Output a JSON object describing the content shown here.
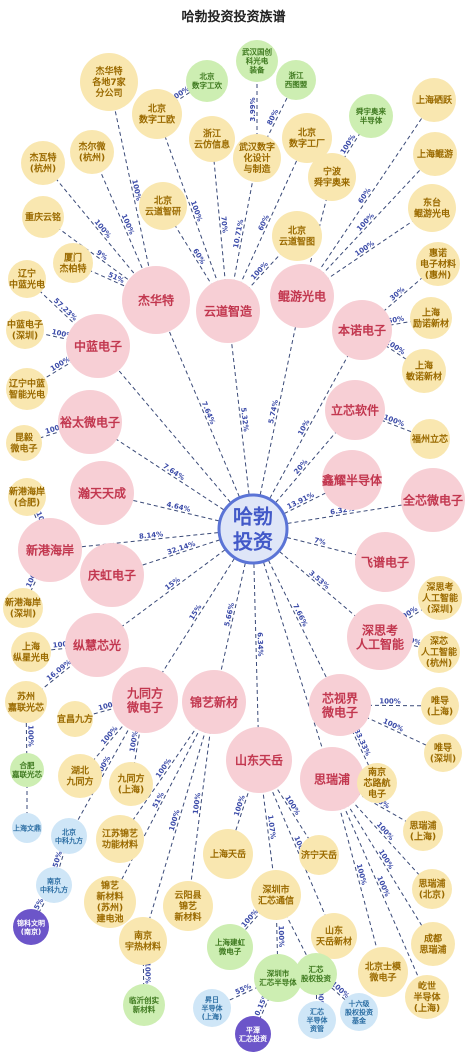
{
  "title": "哈勃投资投资族谱",
  "colors": {
    "center_fill": "#dfe6f8",
    "center_stroke": "#5b74d6",
    "center_text": "#4259c8",
    "l1_fill": "#f7cfd5",
    "l1_text": "#c2374f",
    "l2_fill": "#f9e7b0",
    "l2_text": "#9a6a00",
    "green_fill": "#cdeeb2",
    "green_text": "#3f7a20",
    "blue_fill": "#cfe6f7",
    "blue_text": "#2c6ea3",
    "purple_fill": "#6c55c9",
    "purple_text": "#ffffff",
    "edge": "#3a4a78",
    "edge_label": "#3a4aa8"
  },
  "center": {
    "id": "hb",
    "label": "哈勃\n投资"
  },
  "nodes": [
    {
      "id": "jht",
      "label": "杰华特",
      "kind": "l1"
    },
    {
      "id": "ydzz",
      "label": "云道智造",
      "kind": "l1"
    },
    {
      "id": "kygd",
      "label": "鲲游光电",
      "kind": "l1"
    },
    {
      "id": "bndz",
      "label": "本诺电子",
      "kind": "l1"
    },
    {
      "id": "zldz",
      "label": "中蓝电子",
      "kind": "l1"
    },
    {
      "id": "ytwdz",
      "label": "裕太微电子",
      "kind": "l1"
    },
    {
      "id": "lxrj",
      "label": "立芯软件",
      "kind": "l1"
    },
    {
      "id": "ltty",
      "label": "瀚天天成",
      "kind": "l1"
    },
    {
      "id": "xybdt",
      "label": "鑫耀半导体",
      "kind": "l1"
    },
    {
      "id": "qxwdz",
      "label": "全芯微电子",
      "kind": "l1"
    },
    {
      "id": "xghn",
      "label": "新港海岸",
      "kind": "l1"
    },
    {
      "id": "fpdz",
      "label": "飞谱电子",
      "kind": "l1"
    },
    {
      "id": "hhdz",
      "label": "庆虹电子",
      "kind": "l1"
    },
    {
      "id": "zhxg",
      "label": "纵慧芯光",
      "kind": "l1"
    },
    {
      "id": "skzn",
      "label": "深思考\n人工智能",
      "kind": "l1"
    },
    {
      "id": "jtfwdz",
      "label": "九同方\n微电子",
      "kind": "l1"
    },
    {
      "id": "jyxc",
      "label": "锦艺新材",
      "kind": "l1"
    },
    {
      "id": "xsjwdz",
      "label": "芯视界\n微电子",
      "kind": "l1"
    },
    {
      "id": "sdty",
      "label": "山东天岳",
      "kind": "l1"
    },
    {
      "id": "srp",
      "label": "思瑞浦",
      "kind": "l1"
    },
    {
      "id": "jht_gd",
      "label": "杰华特\n各地7家\n分公司",
      "kind": "l2"
    },
    {
      "id": "jew",
      "label": "杰尔微\n(杭州)",
      "kind": "l2"
    },
    {
      "id": "jlt",
      "label": "杰瓦特\n(杭州)",
      "kind": "l2"
    },
    {
      "id": "cqyq",
      "label": "重庆云铭",
      "kind": "l2"
    },
    {
      "id": "xmjbt",
      "label": "厦门\n杰柏特",
      "kind": "l2"
    },
    {
      "id": "lnzlgd",
      "label": "辽宁\n中蓝光电",
      "kind": "l2"
    },
    {
      "id": "zldz_sz",
      "label": "中蓝电子\n(深圳)",
      "kind": "l2"
    },
    {
      "id": "lnzlzn",
      "label": "辽宁中蓝\n智能光电",
      "kind": "l2"
    },
    {
      "id": "ksw",
      "label": "昆毅\n微电子",
      "kind": "l2"
    },
    {
      "id": "xghn_hf",
      "label": "新港海岸\n(合肥)",
      "kind": "l2"
    },
    {
      "id": "xghn_sz",
      "label": "新港海岸\n(深圳)",
      "kind": "l2"
    },
    {
      "id": "shzh",
      "label": "上海\n纵星光电",
      "kind": "l2"
    },
    {
      "id": "szjl",
      "label": "苏州\n嘉联光芯",
      "kind": "l2"
    },
    {
      "id": "yqjf",
      "label": "宜昌九方",
      "kind": "l2"
    },
    {
      "id": "hbjtf",
      "label": "湖北\n九同方",
      "kind": "l2"
    },
    {
      "id": "jtf_sh",
      "label": "九同方\n(上海)",
      "kind": "l2"
    },
    {
      "id": "jsjy",
      "label": "江苏锦艺\n功能材料",
      "kind": "l2"
    },
    {
      "id": "jyxcsz",
      "label": "锦艺\n新材料\n(苏州)\n建电池",
      "kind": "l2"
    },
    {
      "id": "yyjy",
      "label": "云阳县\n锦艺\n新材料",
      "kind": "l2"
    },
    {
      "id": "njyr",
      "label": "南京\n宇热材料",
      "kind": "l2"
    },
    {
      "id": "shty",
      "label": "上海天岳",
      "kind": "l2"
    },
    {
      "id": "jnty",
      "label": "济宁天岳",
      "kind": "l2"
    },
    {
      "id": "szhx",
      "label": "深圳市\n汇芯通信",
      "kind": "l2"
    },
    {
      "id": "sdtyxc",
      "label": "山东\n天岳新材",
      "kind": "l2"
    },
    {
      "id": "bjsm",
      "label": "北京士模\n微电子",
      "kind": "l2"
    },
    {
      "id": "srp_sh",
      "label": "思瑞浦\n(上海)",
      "kind": "l2"
    },
    {
      "id": "srp_bj",
      "label": "思瑞浦\n(北京)",
      "kind": "l2"
    },
    {
      "id": "cdsrp",
      "label": "成都\n思瑞浦",
      "kind": "l2"
    },
    {
      "id": "qsbdt",
      "label": "屹世\n半导体\n(上海)",
      "kind": "l2"
    },
    {
      "id": "njxls",
      "label": "南京\n芯路航\n电子",
      "kind": "l2"
    },
    {
      "id": "wd_sh",
      "label": "唯导\n(上海)",
      "kind": "l2"
    },
    {
      "id": "wd_sz",
      "label": "唯导\n(深圳)",
      "kind": "l2"
    },
    {
      "id": "skzn_hz",
      "label": "深芯\n人工智能\n(杭州)",
      "kind": "l2"
    },
    {
      "id": "skzn_sz",
      "label": "深思考\n人工智能\n(深圳)",
      "kind": "l2"
    },
    {
      "id": "fzlx",
      "label": "福州立芯",
      "kind": "l2"
    },
    {
      "id": "shgs",
      "label": "上海硒跃",
      "kind": "l2"
    },
    {
      "id": "shky",
      "label": "上海鲲游",
      "kind": "l2"
    },
    {
      "id": "dtky",
      "label": "东台\n鲲游光电",
      "kind": "l2"
    },
    {
      "id": "hndz",
      "label": "惠诺\n电子材料\n(惠州)",
      "kind": "l2"
    },
    {
      "id": "shxj",
      "label": "上海\n励诺新材",
      "kind": "l2"
    },
    {
      "id": "shlx",
      "label": "上海\n敏诺新材",
      "kind": "l2"
    },
    {
      "id": "bjszgc",
      "label": "北京\n数字工厂",
      "kind": "l2"
    },
    {
      "id": "bjszgk",
      "label": "北京\n数字工欧",
      "kind": "l2"
    },
    {
      "id": "zjyfxx",
      "label": "浙江\n云仿信息",
      "kind": "l2"
    },
    {
      "id": "whszh",
      "label": "武汉数字\n化设计\n与制造",
      "kind": "l2"
    },
    {
      "id": "bjydzy",
      "label": "北京\n云道智研",
      "kind": "l2"
    },
    {
      "id": "bjydzt",
      "label": "北京\n云道智图",
      "kind": "l2"
    },
    {
      "id": "nbsy",
      "label": "宁波\n舜宇奥来",
      "kind": "l2"
    },
    {
      "id": "bjszgz",
      "label": "北京\n数字工欢",
      "kind": "green"
    },
    {
      "id": "whgc",
      "label": "武汉国创\n科光电\n装备",
      "kind": "green"
    },
    {
      "id": "zjxh",
      "label": "浙江\n西图盟",
      "kind": "green"
    },
    {
      "id": "syal",
      "label": "舜宇奥来\n半导体",
      "kind": "green"
    },
    {
      "id": "hfgl",
      "label": "合肥\n嘉联光芯",
      "kind": "green"
    },
    {
      "id": "shjh",
      "label": "上海建虹\n微电子",
      "kind": "green"
    },
    {
      "id": "szhxbdt",
      "label": "深圳市\n汇芯半导体",
      "kind": "green"
    },
    {
      "id": "hxgq",
      "label": "汇芯\n股权投资",
      "kind": "green"
    },
    {
      "id": "lzcy",
      "label": "临沂创实\n新材料",
      "kind": "green"
    },
    {
      "id": "shwj",
      "label": "上海文鼎",
      "kind": "blue"
    },
    {
      "id": "bjzk",
      "label": "北京\n中科九方",
      "kind": "blue"
    },
    {
      "id": "njzk",
      "label": "南京\n中科九方",
      "kind": "blue"
    },
    {
      "id": "kdbdt",
      "label": "昇日\n半导体\n(上海)",
      "kind": "blue"
    },
    {
      "id": "hxbdt",
      "label": "汇芯\n半导体\n资管",
      "kind": "blue"
    },
    {
      "id": "sjsp",
      "label": "十六级\n股权投资\n基金",
      "kind": "blue"
    },
    {
      "id": "zkwm",
      "label": "锦科文明\n(南京)",
      "kind": "purple"
    },
    {
      "id": "pthx",
      "label": "平潭\n汇芯投资",
      "kind": "purple"
    }
  ],
  "edges": [
    {
      "from": "hb",
      "to": "jht",
      "label": "7.64%"
    },
    {
      "from": "hb",
      "to": "ydzz",
      "label": "5.32%"
    },
    {
      "from": "hb",
      "to": "kygd",
      "label": "5.74%"
    },
    {
      "from": "hb",
      "to": "bndz",
      "label": "10%"
    },
    {
      "from": "hb",
      "to": "zldz",
      "label": ""
    },
    {
      "from": "hb",
      "to": "ytwdz",
      "label": "7.64%"
    },
    {
      "from": "hb",
      "to": "lxrj",
      "label": "20%"
    },
    {
      "from": "hb",
      "to": "ltty",
      "label": "4.64%"
    },
    {
      "from": "hb",
      "to": "xybdt",
      "label": "13.91%"
    },
    {
      "from": "hb",
      "to": "qxwdz",
      "label": "6.32%"
    },
    {
      "from": "hb",
      "to": "xghn",
      "label": "8.14%"
    },
    {
      "from": "hb",
      "to": "fpdz",
      "label": "7%"
    },
    {
      "from": "hb",
      "to": "hhdz",
      "label": "32.14%"
    },
    {
      "from": "hb",
      "to": "zhxg",
      "label": "15%"
    },
    {
      "from": "hb",
      "to": "skzn",
      "label": "3.53%"
    },
    {
      "from": "hb",
      "to": "jtfwdz",
      "label": "15%"
    },
    {
      "from": "hb",
      "to": "jyxc",
      "label": "5.66%"
    },
    {
      "from": "hb",
      "to": "xsjwdz",
      "label": "7.66%"
    },
    {
      "from": "hb",
      "to": "sdty",
      "label": "6.34%"
    },
    {
      "from": "hb",
      "to": "srp",
      "label": ""
    },
    {
      "from": "jht",
      "to": "jht_gd",
      "label": "100%"
    },
    {
      "from": "jht",
      "to": "jew",
      "label": "100%"
    },
    {
      "from": "jht",
      "to": "jlt",
      "label": "100%"
    },
    {
      "from": "jht",
      "to": "cqyq",
      "label": "9%"
    },
    {
      "from": "jht",
      "to": "xmjbt",
      "label": "51%"
    },
    {
      "from": "zldz",
      "to": "lnzlgd",
      "label": "57.23%"
    },
    {
      "from": "zldz",
      "to": "zldz_sz",
      "label": "100%"
    },
    {
      "from": "zldz",
      "to": "lnzlzn",
      "label": "100%"
    },
    {
      "from": "ytwdz",
      "to": "ksw",
      "label": "100%"
    },
    {
      "from": "xghn",
      "to": "xghn_hf",
      "label": "100%"
    },
    {
      "from": "xghn",
      "to": "xghn_sz",
      "label": "100%"
    },
    {
      "from": "zhxg",
      "to": "shzh",
      "label": "100%"
    },
    {
      "from": "zhxg",
      "to": "szjl",
      "label": "16.09%"
    },
    {
      "from": "szjl",
      "to": "hfgl",
      "label": "100%"
    },
    {
      "from": "hfgl",
      "to": "shwj",
      "label": ""
    },
    {
      "from": "jtfwdz",
      "to": "yqjf",
      "label": "100%"
    },
    {
      "from": "jtfwdz",
      "to": "hbjtf",
      "label": "100%"
    },
    {
      "from": "jtfwdz",
      "to": "jtf_sh",
      "label": "100%"
    },
    {
      "from": "jtfwdz",
      "to": "bjzk",
      "label": "100%"
    },
    {
      "from": "bjzk",
      "to": "njzk",
      "label": "50%"
    },
    {
      "from": "njzk",
      "to": "zkwm",
      "label": "5%"
    },
    {
      "from": "jyxc",
      "to": "jsjy",
      "label": "100%"
    },
    {
      "from": "jyxc",
      "to": "jyxcsz",
      "label": "51%"
    },
    {
      "from": "jyxc",
      "to": "yyjy",
      "label": "100%"
    },
    {
      "from": "jyxc",
      "to": "njyr",
      "label": "100%"
    },
    {
      "from": "njyr",
      "to": "lzcy",
      "label": "100%"
    },
    {
      "from": "sdty",
      "to": "shty",
      "label": "100%"
    },
    {
      "from": "sdty",
      "to": "jnty",
      "label": "100%"
    },
    {
      "from": "sdty",
      "to": "szhx",
      "label": "1.07%"
    },
    {
      "from": "sdty",
      "to": "sdtyxc",
      "label": "100%"
    },
    {
      "from": "szhx",
      "to": "shjh",
      "label": "100%"
    },
    {
      "from": "szhx",
      "to": "szhxbdt",
      "label": "100%"
    },
    {
      "from": "szhx",
      "to": "hxgq",
      "label": ""
    },
    {
      "from": "szhxbdt",
      "to": "kdbdt",
      "label": "55%"
    },
    {
      "from": "szhxbdt",
      "to": "pthx",
      "label": "0.15%"
    },
    {
      "from": "hxgq",
      "to": "hxbdt",
      "label": "100%"
    },
    {
      "from": "hxgq",
      "to": "sjsp",
      "label": "100%"
    },
    {
      "from": "srp",
      "to": "bjsm",
      "label": "100%"
    },
    {
      "from": "srp",
      "to": "srp_sh",
      "label": "100%"
    },
    {
      "from": "srp",
      "to": "srp_bj",
      "label": "100%"
    },
    {
      "from": "srp",
      "to": "cdsrp",
      "label": "100%"
    },
    {
      "from": "srp",
      "to": "qsbdt",
      "label": "100%"
    },
    {
      "from": "xsjwdz",
      "to": "njxls",
      "label": "83.33%"
    },
    {
      "from": "xsjwdz",
      "to": "wd_sh",
      "label": "100%"
    },
    {
      "from": "xsjwdz",
      "to": "wd_sz",
      "label": "100%"
    },
    {
      "from": "skzn",
      "to": "skzn_hz",
      "label": "100%"
    },
    {
      "from": "skzn",
      "to": "skzn_sz",
      "label": "100%"
    },
    {
      "from": "lxrj",
      "to": "fzlx",
      "label": "100%"
    },
    {
      "from": "kygd",
      "to": "shgs",
      "label": "60%"
    },
    {
      "from": "kygd",
      "to": "shky",
      "label": "100%"
    },
    {
      "from": "kygd",
      "to": "dtky",
      "label": "100%"
    },
    {
      "from": "kygd",
      "to": "nbsy",
      "label": "3.68%"
    },
    {
      "from": "nbsy",
      "to": "syal",
      "label": "100%"
    },
    {
      "from": "bndz",
      "to": "hndz",
      "label": "30%"
    },
    {
      "from": "bndz",
      "to": "shxj",
      "label": "60%"
    },
    {
      "from": "bndz",
      "to": "shlx",
      "label": "100%"
    },
    {
      "from": "ydzz",
      "to": "bjszgc",
      "label": "60%"
    },
    {
      "from": "ydzz",
      "to": "bjszgk",
      "label": "100%"
    },
    {
      "from": "ydzz",
      "to": "zjyfxx",
      "label": "70%"
    },
    {
      "from": "ydzz",
      "to": "whszh",
      "label": "10.71%"
    },
    {
      "from": "ydzz",
      "to": "bjydzy",
      "label": "60%"
    },
    {
      "from": "ydzz",
      "to": "bjydzt",
      "label": "100%"
    },
    {
      "from": "bjszgk",
      "to": "bjszgz",
      "label": "100%"
    },
    {
      "from": "whszh",
      "to": "whgc",
      "label": "3.99%"
    },
    {
      "from": "whszh",
      "to": "zjxh",
      "label": "80%"
    }
  ]
}
